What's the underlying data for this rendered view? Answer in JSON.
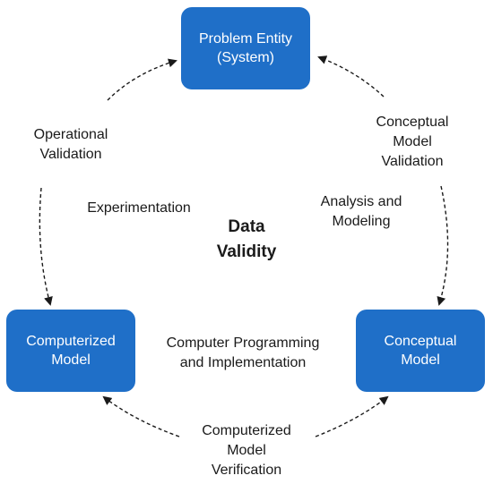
{
  "nodes": {
    "problem_entity": {
      "line1": "Problem Entity",
      "line2": "(System)"
    },
    "computerized_model": {
      "line1": "Computerized",
      "line2": "Model"
    },
    "conceptual_model": {
      "line1": "Conceptual",
      "line2": "Model"
    }
  },
  "edges": {
    "operational_validation": {
      "line1": "Operational",
      "line2": "Validation"
    },
    "conceptual_model_validation": {
      "line1": "Conceptual",
      "line2": "Model",
      "line3": "Validation"
    },
    "computerized_model_verification": {
      "line1": "Computerized",
      "line2": "Model",
      "line3": "Verification"
    }
  },
  "processes": {
    "experimentation": "Experimentation",
    "analysis_modeling": {
      "line1": "Analysis and",
      "line2": "Modeling"
    },
    "programming": {
      "line1": "Computer Programming",
      "line2": "and Implementation"
    }
  },
  "center": {
    "line1": "Data",
    "line2": "Validity"
  },
  "colors": {
    "node_fill": "#1f6fc8",
    "node_text": "#ffffff",
    "arrow": "#1a1a1a"
  }
}
